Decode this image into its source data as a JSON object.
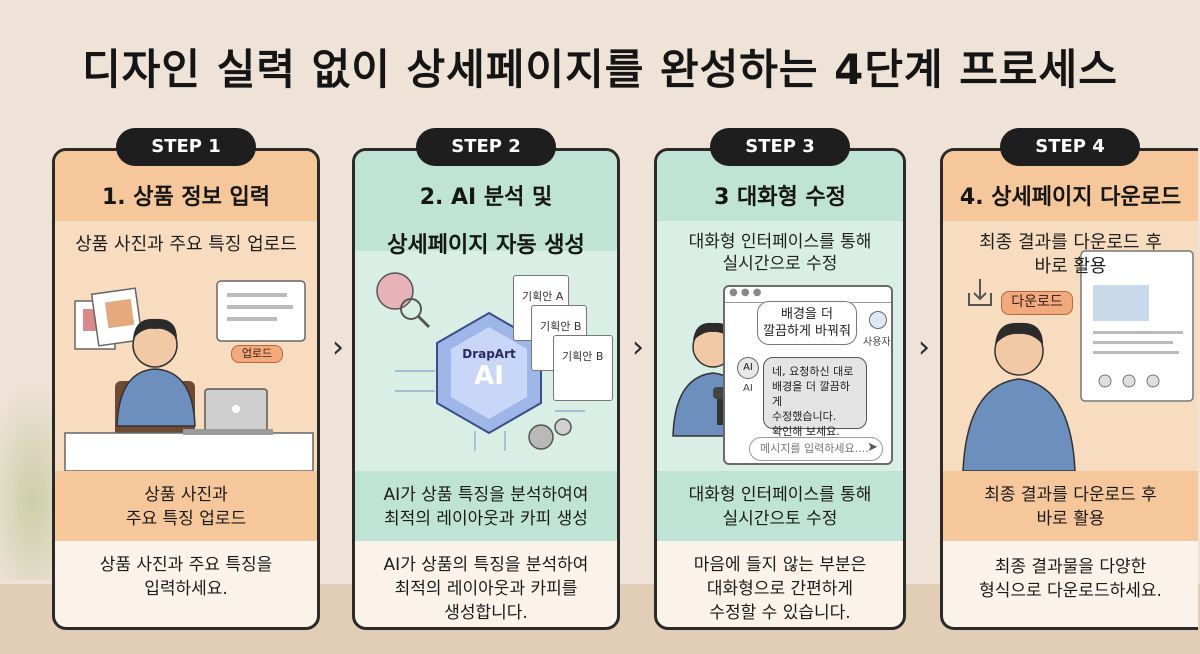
{
  "title": "디자인 실력 없이 상세페이지를 완성하는 4단계 프로세스",
  "steps": [
    {
      "tag": "STEP 1",
      "title": "1. 상품 정보 입력",
      "subtitle": "상품 사진과 주요 특징 업로드",
      "mid_line1": "상품 사진과",
      "mid_line2": "주요 특징 업로드",
      "desc_line1": "상품 사진과 주요 특징을",
      "desc_line2": "입력하세요.",
      "upload_button": "업로드"
    },
    {
      "tag": "STEP 2",
      "title_line1": "2. AI 분석 및",
      "title_line2": "상세페이지 자동 생성",
      "chip_brand": "DrapArt",
      "chip_ai": "AI",
      "draft_a": "기획안 A",
      "draft_b1": "기획안 B",
      "draft_b2": "기획안 B",
      "mid_line1": "AI가 상품 특징을 분석하여여",
      "mid_line2": "최적의 레이아웃과 카피 생성",
      "desc_line1": "AI가 상품의 특징을 분석하여",
      "desc_line2": "최적의 레이아웃과 카피를",
      "desc_line3": "생성합니다."
    },
    {
      "tag": "STEP 3",
      "title": "3 대화형 수정",
      "subtitle_line1": "대화형 인터페이스를 통해",
      "subtitle_line2": "실시간으로 수정",
      "user_bubble_line1": "배경을 더",
      "user_bubble_line2": "깔끔하게 바꿔줘",
      "user_label": "사용자",
      "ai_label": "AI",
      "ai_reply_line1": "네, 요청하신 대로",
      "ai_reply_line2": "배경을 더 깔끔하게",
      "ai_reply_line3": "수정했습니다.",
      "ai_reply_line4": "확인해 보세요.",
      "input_placeholder": "메시지를 입력하세요....",
      "mid_line1": "대화형 인터페이스를 통해",
      "mid_line2": "실시간으토 수정",
      "desc_line1": "마음에 들지 않는 부분은",
      "desc_line2": "대화형으로 간편하게",
      "desc_line3": "수정할 수 있습니다."
    },
    {
      "tag": "STEP 4",
      "title": "4. 상세페이지 다운로드",
      "subtitle_line1": "최종 결과를 다운로드 후",
      "subtitle_line2": "바로 활용",
      "download_button": "다운로드",
      "mid_line1": "최종 결과를 다운로드 후",
      "mid_line2": "바로 활용",
      "desc_line1": "최종 결과물을 다양한",
      "desc_line2": "형식으로 다운로드하세요."
    }
  ],
  "colors": {
    "orange_band": "#f5c79a",
    "teal_band": "#bfe3d4",
    "background": "#efe2d6"
  }
}
